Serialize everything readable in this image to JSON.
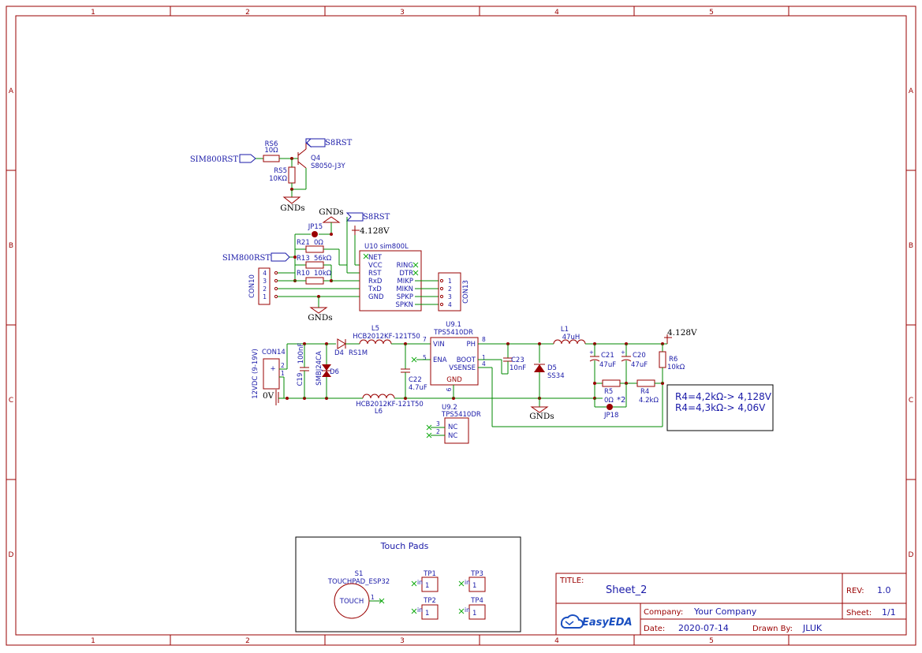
{
  "frame": {
    "columns": [
      "1",
      "2",
      "3",
      "4",
      "5"
    ],
    "rows": [
      "A",
      "B",
      "C",
      "D"
    ]
  },
  "nets": {
    "sim800rst_q": "SIM800RST",
    "s8rst_q": "S8RST",
    "s8rst_u10": "S8RST",
    "sim800rst_con": "SIM800RST"
  },
  "grounds": {
    "q": "GNDs",
    "jp15": "GNDs",
    "con10": "GNDs",
    "d5": "GNDs"
  },
  "power": {
    "v1": "4.128V",
    "v2": "4.128V",
    "v0": "0V"
  },
  "components": {
    "rs6": {
      "ref": "RS6",
      "val": "10Ω"
    },
    "rs5": {
      "ref": "RS5",
      "val": "10KΩ"
    },
    "q4": {
      "ref": "Q4",
      "val": "S8050-J3Y"
    },
    "jp15": {
      "ref": "JP15"
    },
    "r21": {
      "ref": "R21",
      "val": "0Ω"
    },
    "r13": {
      "ref": "R13",
      "val": "56kΩ"
    },
    "r10": {
      "ref": "R10",
      "val": "10kΩ"
    },
    "con10": {
      "ref": "CON10",
      "pins": [
        "4",
        "3",
        "2",
        "1"
      ]
    },
    "u10": {
      "title": "U10 sim800L",
      "left": [
        "NET",
        "VCC",
        "RST",
        "RxD",
        "TxD",
        "GND"
      ],
      "right": [
        "RING",
        "DTR",
        "MIKP",
        "MIKN",
        "SPKP",
        "SPKN"
      ]
    },
    "con13": {
      "ref": "CON13",
      "pins": [
        "1",
        "2",
        "3",
        "4"
      ]
    },
    "con14": {
      "ref": "CON14",
      "label": "12VDC (9-19V)",
      "plus": "+",
      "pins": [
        "2",
        "1"
      ]
    },
    "c19": {
      "ref": "C19",
      "val": "100nF"
    },
    "d6": {
      "ref": "D6",
      "val": "SMBJ24CA"
    },
    "d4": {
      "ref": "D4",
      "val": "RS1M"
    },
    "l5": {
      "ref": "L5",
      "val": "HCB2012KF-121T50"
    },
    "l6": {
      "ref": "L6",
      "val": "HCB2012KF-121T50"
    },
    "c22": {
      "ref": "C22",
      "val": "4.7uF"
    },
    "u91": {
      "ref": "U9.1",
      "val": "TPS5410DR",
      "vin": "VIN",
      "ph": "PH",
      "ena": "ENA",
      "boot": "BOOT",
      "vsense": "VSENSE",
      "gnd": "GND",
      "p7": "7",
      "p8": "8",
      "p5": "5",
      "p1": "1",
      "p4": "4",
      "p6": "6"
    },
    "c23": {
      "ref": "C23",
      "val": "10nF"
    },
    "l1": {
      "ref": "L1",
      "val": "47uH"
    },
    "d5": {
      "ref": "D5",
      "val": "SS34"
    },
    "c21": {
      "ref": "C21",
      "val": "47uF"
    },
    "c20": {
      "ref": "C20",
      "val": "47uF"
    },
    "r6": {
      "ref": "R6",
      "val": "10kΩ"
    },
    "r5": {
      "ref": "R5",
      "val": "0Ω"
    },
    "r4": {
      "ref": "R4",
      "val": "4.2kΩ"
    },
    "jp18": {
      "ref": "JP18",
      "mark": "*2"
    },
    "u92": {
      "ref": "U9.2",
      "val": "TPS5410DR",
      "pins": [
        "3",
        "2"
      ],
      "names": [
        "NC",
        "NC"
      ]
    }
  },
  "note": {
    "line1": "R4=4,2kΩ-> 4,128V",
    "line2": "R4=4,3kΩ-> 4,06V"
  },
  "touch": {
    "title": "Touch Pads",
    "s1": {
      "ref": "S1",
      "val": "TOUCHPAD_ESP32",
      "text": "TOUCH",
      "pin": "1"
    },
    "tps": [
      {
        "ref": "TP1",
        "pin": "in",
        "num": "1"
      },
      {
        "ref": "TP3",
        "pin": "in",
        "num": "1"
      },
      {
        "ref": "TP2",
        "pin": "in",
        "num": "1"
      },
      {
        "ref": "TP4",
        "pin": "in",
        "num": "1"
      }
    ]
  },
  "titleblock": {
    "title_label": "TITLE:",
    "title": "Sheet_2",
    "rev_label": "REV:",
    "rev": "1.0",
    "company_label": "Company:",
    "company": "Your Company",
    "sheet_label": "Sheet:",
    "sheet": "1/1",
    "date_label": "Date:",
    "date": "2020-07-14",
    "drawn_label": "Drawn By:",
    "drawn": "JLUK",
    "logo": "EasyEDA",
    "brand_color": "#1a4fc0"
  },
  "colors": {
    "frame": "#9a0000",
    "wire": "#008a00",
    "text": "#1a1aa8"
  }
}
